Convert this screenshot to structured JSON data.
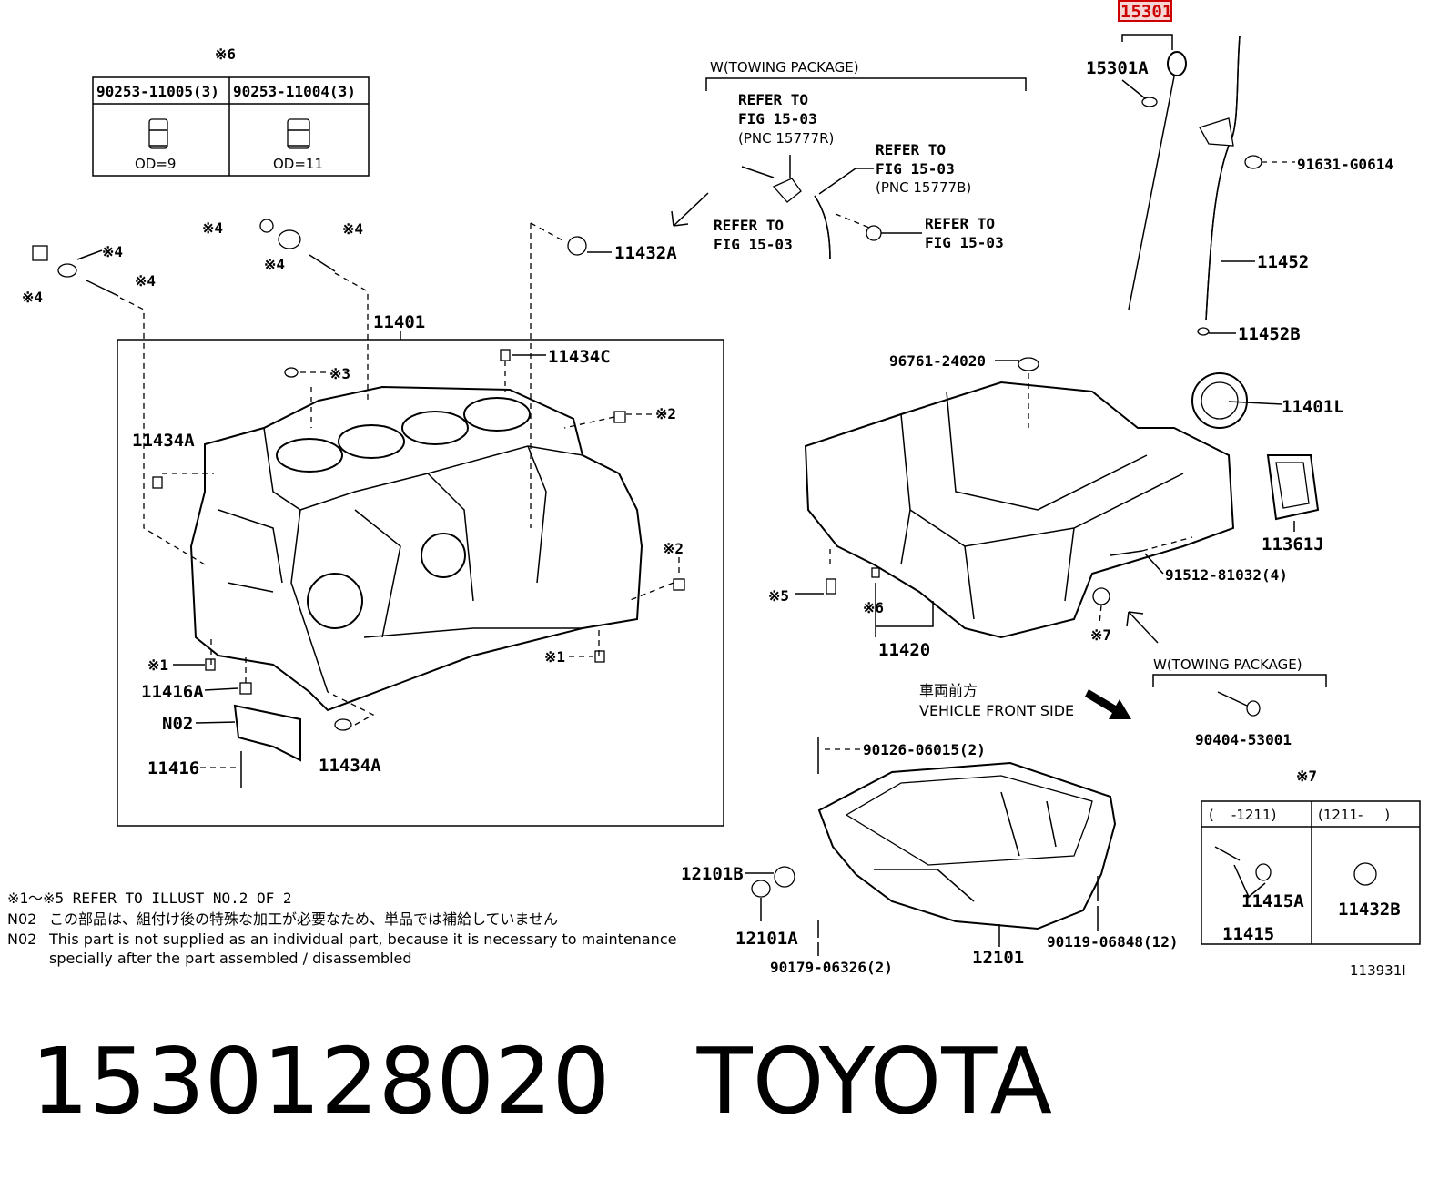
{
  "highlight_color": "#cc0000",
  "title_part": "15301",
  "table6": {
    "marker": "※6",
    "col1": "90253-11005(3)",
    "col2": "90253-11004(3)",
    "col1_od": "OD=9",
    "col2_od": "OD=11"
  },
  "towing_top": {
    "header": "W(TOWING PACKAGE)",
    "ref1": [
      "REFER TO",
      "FIG 15-03",
      "(PNC 15777R)"
    ],
    "ref2": [
      "REFER TO",
      "FIG 15-03",
      "(PNC 15777B)"
    ],
    "ref3": [
      "REFER TO",
      "FIG 15-03"
    ],
    "ref4": [
      "REFER TO",
      "FIG 15-03"
    ]
  },
  "labels": {
    "p11432A": "11432A",
    "p11401": "11401",
    "p11434C": "11434C",
    "p11434A_top": "11434A",
    "p11416A": "11416A",
    "pN02": "N02",
    "p11416": "11416",
    "p11434A_bottom": "11434A",
    "p15301A": "15301A",
    "p91631": "91631-G0614",
    "p11452": "11452",
    "p11452B": "11452B",
    "p96761": "96761-24020",
    "p11401L": "11401L",
    "p11361J": "11361J",
    "p91512": "91512-81032(4)",
    "p11420": "11420",
    "p90404": "90404-53001",
    "p90126": "90126-06015(2)",
    "p12101B": "12101B",
    "p12101A": "12101A",
    "p12101": "12101",
    "p90179": "90179-06326(2)",
    "p90119": "90119-06848(12)",
    "p11415A": "11415A",
    "p11415": "11415",
    "p11432B": "11432B",
    "illust_no": "113931I"
  },
  "marks": {
    "m1": "※1",
    "m2": "※2",
    "m3": "※3",
    "m4": "※4",
    "m5": "※5",
    "m6": "※6",
    "m7": "※7"
  },
  "towing_bottom": {
    "header": "W(TOWING PACKAGE)"
  },
  "front_side": {
    "jp": "車両前方",
    "en": "VEHICLE FRONT SIDE"
  },
  "table7": {
    "col1": "(    -1211)",
    "col2": "(1211-     )"
  },
  "notes": {
    "line1": "※1～※5 REFER TO ILLUST NO.2 OF 2",
    "line2_code": "N02",
    "line2": "この部品は、組付け後の特殊な加工が必要なため、単品では補給していません",
    "line3_code": "N02",
    "line3": "This part is not supplied as an individual part, because it is necessary to maintenance",
    "line4": "specially after the part assembled / disassembled"
  },
  "footer": {
    "part_number": "1530128020",
    "brand": "TOYOTA"
  }
}
